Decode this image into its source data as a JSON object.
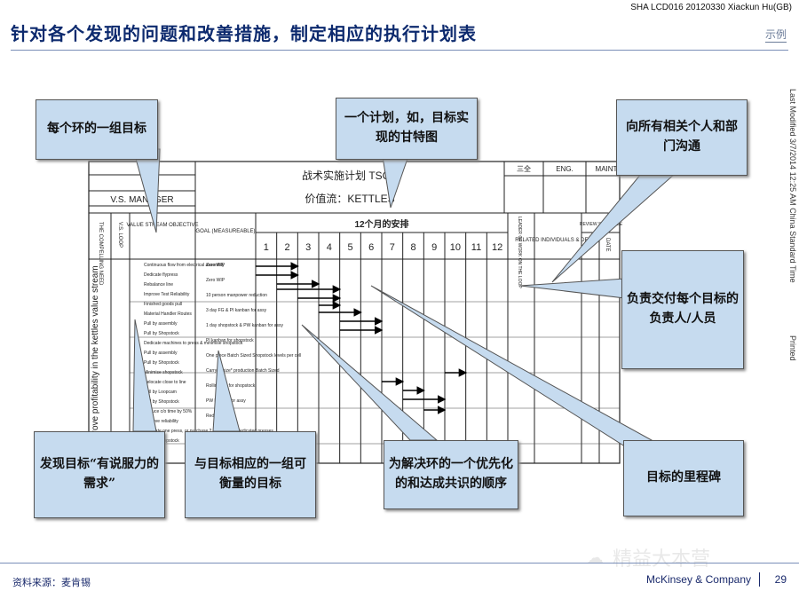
{
  "header": {
    "meta": "SHA LCD016 20120330 Xiackun Hu(GB)",
    "title": "针对各个发现的问题和改善措施，制定相应的执行计划表",
    "example_tag": "示例"
  },
  "side_notes": {
    "modified": "Last Modified 3/7/2014 12:25 AM China Standard Time",
    "printed": "Printed"
  },
  "sheet": {
    "title_cn": "战术实施计划 TSCH",
    "subtitle_cn": "价值流：KETTLES",
    "manager": "V.S. MANAGER",
    "top_right_cells": [
      "三全",
      "ENG.",
      "MAINT"
    ],
    "headers": {
      "compelling_need": "THE COMPELLING NEED",
      "vs_loop": "V.S. LOOP",
      "objective": "VALUE STREAM OBJECTIVE",
      "goal": "GOAL (MEASUREABLE)",
      "schedule": "12个月的安排",
      "leader": "LEADER OF WORK ON THE LOOP",
      "related": "RELATED INDIVIDUALS & DEPTS.",
      "review": "REVIEW SCHEDULE",
      "date": "DATE"
    },
    "months": [
      "1",
      "2",
      "3",
      "4",
      "5",
      "6",
      "7",
      "8",
      "9",
      "10",
      "11",
      "12"
    ],
    "left_vertical": "Improve profitability in the kettles value stream",
    "objective_items": [
      "Continuous flow from electrical assembly",
      "Dedicate flypress",
      "Rebalance line",
      "Improve Test Reliability",
      "Finished goods pull",
      "Material Handler Routes",
      "Pull by assembly",
      "Pull by Shopstock",
      "Dedicate machines to press & minimise shopstock",
      "Pull by assembly",
      "Pull by Shopstock",
      "Minimise shopstock",
      "Relocate close to line",
      "Pull by Loopcam",
      "Pull by Shopstock",
      "Reduce c/o time by 50%",
      "Improve reliability",
      "Dedicate one press, or purchase 2 or 3 smaller dedicated presses",
      "Pull by Shopstock"
    ],
    "goal_items": [
      "Zero WIP",
      "Zero WIP",
      "10 person manpower reduction",
      "3 day FG & PI kanban for assy",
      "1 day shopstock & PW kanban for assy",
      "PI kanban for shopstock",
      "One piece Batch Sized Shopstock levels per cell",
      "Carry in size* production Batch Sized",
      "Rolling cell for shopstock",
      "PW kanban for assy",
      "Reduce stock"
    ]
  },
  "callouts": {
    "loop_goal": "每个环的一组目标",
    "gantt": "一个计划，如，目标实现的甘特图",
    "communicate": "向所有相关个人和部门沟通",
    "owner": "负责交付每个目标的负责人/人员",
    "compelling": "发现目标“有说服力的需求”",
    "measurable": "与目标相应的一组可衡量的目标",
    "sequence": "为解决环的一个优先化的和达成共识的顺序",
    "milestone": "目标的里程碑"
  },
  "footer": {
    "source": "资料来源：麦肯锡",
    "company": "McKinsey & Company",
    "page": "29"
  },
  "watermark": {
    "text": "精益大本营"
  },
  "colors": {
    "title": "#0d2a6e",
    "callout_fill": "#c6dbef",
    "rule": "#7a8fb8"
  }
}
